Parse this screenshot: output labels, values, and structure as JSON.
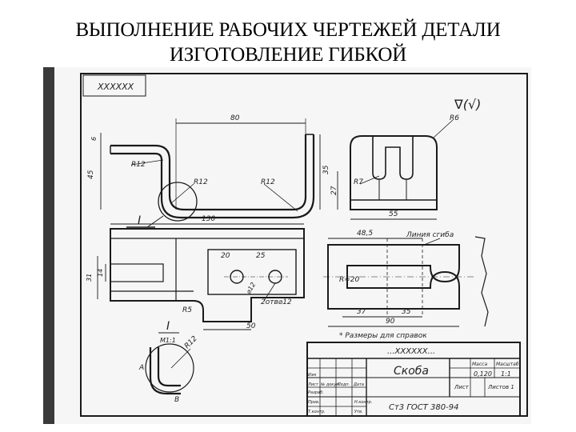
{
  "slide": {
    "title_line1": "ВЫПОЛНЕНИЕ РАБОЧИХ ЧЕРТЕЖЕЙ ДЕТАЛИ",
    "title_line2": "ИЗГОТОВЛЕНИЕ ГИБКОЙ"
  },
  "drawing": {
    "stamp_top": "XXXXXX",
    "roughness": "∇(√)",
    "side_view": {
      "dim_width": "80",
      "dim_thickness": "6",
      "dim_left_height": "45",
      "dim_right_height": "35",
      "radius_left": "R12",
      "radius_mid": "R12",
      "radius_right": "R12",
      "detail_mark": "I"
    },
    "front_view": {
      "radius_top": "R6",
      "radius_slot": "R7",
      "dim_height": "27",
      "dim_width": "55"
    },
    "plan_view": {
      "dim_length": "130",
      "dim_hole_spacing": "20",
      "dim_hole_offset": "25",
      "dim_width_outer": "31",
      "dim_width_inner": "14",
      "holes_note": "2отв⌀12",
      "hole_diam": "⌀12",
      "radius_corner": "R5",
      "dim_bottom": "50"
    },
    "blank_view": {
      "dim_top": "48,5",
      "bend_line_label": "Линия сгиба",
      "radius_slot": "R≈20",
      "dim_seg1": "37",
      "dim_seg2": "35",
      "dim_total": "90"
    },
    "detail": {
      "mark": "I",
      "scale": "М1:1",
      "radius": "R12",
      "label_a": "А",
      "label_b": "В"
    },
    "reference_note": "* Размеры для справок",
    "title_block": {
      "code": "...XXXXXX...",
      "name": "Скоба",
      "mass_header": "Масса",
      "scale_header": "Масштаб",
      "mass_value": "0,120",
      "scale_value": "1:1",
      "sheet": "Лист",
      "sheets": "Листов 1",
      "material": "Ст3 ГОСТ 380-94",
      "rows": [
        "Изм",
        "Разраб.",
        "Пров.",
        "Т.контр.",
        "Н.контр.",
        "Утв."
      ],
      "col_headers": [
        "Лист",
        "№ докум.",
        "Подп.",
        "Дата"
      ]
    }
  }
}
